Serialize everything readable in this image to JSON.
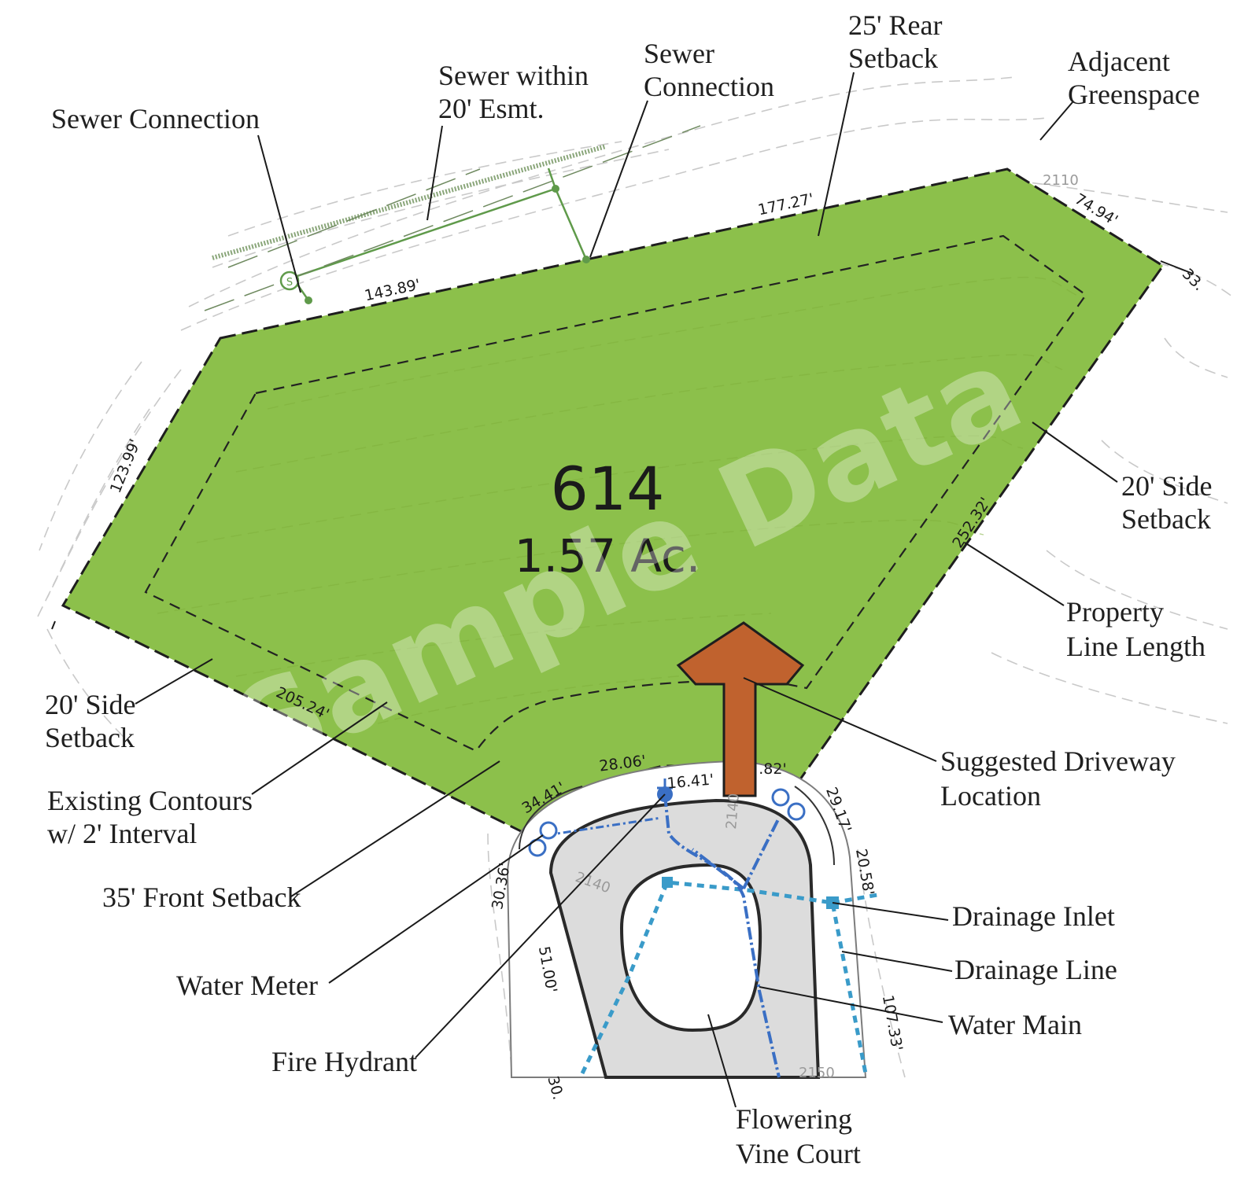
{
  "lot": {
    "number": "614",
    "area": "1.57 Ac."
  },
  "watermark": "Sample Data",
  "contour_labels": [
    "2110",
    "2140",
    "2140",
    "2150"
  ],
  "dimensions": [
    "177.27'",
    "74.94'",
    "33.",
    "143.89'",
    "123.99'",
    "252.32'",
    "205.24'",
    "28.06'",
    "34.41'",
    "16.41'",
    ".82'",
    "29.17'",
    "20.58'",
    "30.36'",
    "51.00'",
    "107.33'",
    "30."
  ],
  "callouts": {
    "sewer_connection_left": "Sewer Connection",
    "sewer_esmt": [
      "Sewer within",
      "20' Esmt."
    ],
    "sewer_connection_top": [
      "Sewer",
      "Connection"
    ],
    "rear_setback": [
      "25' Rear",
      "Setback"
    ],
    "greenspace": [
      "Adjacent",
      "Greenspace"
    ],
    "side_setback_right": [
      "20' Side",
      "Setback"
    ],
    "property_line": [
      "Property",
      "Line Length"
    ],
    "side_setback_left": [
      "20' Side",
      "Setback"
    ],
    "contours": [
      "Existing Contours",
      "w/ 2' Interval"
    ],
    "front_setback": "35' Front Setback",
    "driveway": [
      "Suggested Driveway",
      "Location"
    ],
    "drainage_inlet": "Drainage Inlet",
    "drainage_line": "Drainage Line",
    "water_main": "Water Main",
    "water_meter": "Water Meter",
    "fire_hydrant": "Fire Hydrant",
    "street": [
      "Flowering",
      "Vine Court"
    ]
  },
  "colors": {
    "lot_fill": "#8cc04b",
    "driveway": "#c0622e",
    "road": "#dcdcdc",
    "water": "#3a6fc4",
    "drainage": "#3a9bc9",
    "sewer": "#5f9a4a"
  },
  "icons": [
    "sewer-manhole-icon",
    "water-meter-icon",
    "fire-hydrant-icon",
    "drainage-inlet-icon"
  ]
}
